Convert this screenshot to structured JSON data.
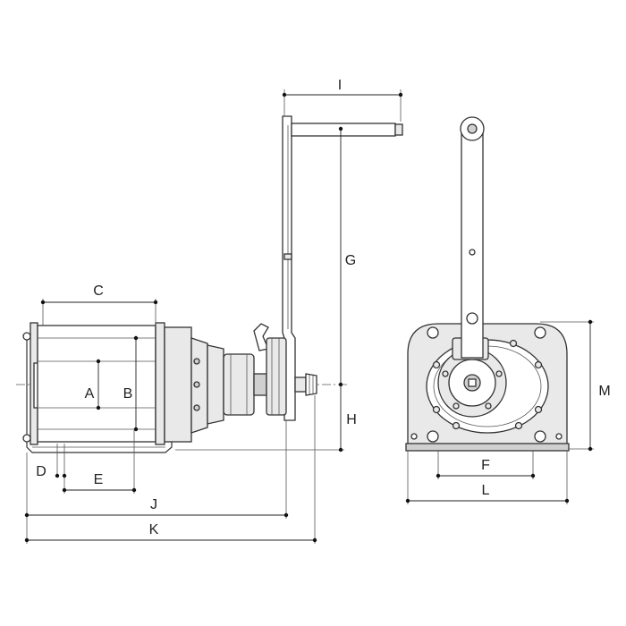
{
  "dimensions": {
    "A": "A",
    "B": "B",
    "C": "C",
    "D": "D",
    "E": "E",
    "F": "F",
    "G": "G",
    "H": "H",
    "I": "I",
    "J": "J",
    "K": "K",
    "L": "L",
    "M": "M"
  }
}
